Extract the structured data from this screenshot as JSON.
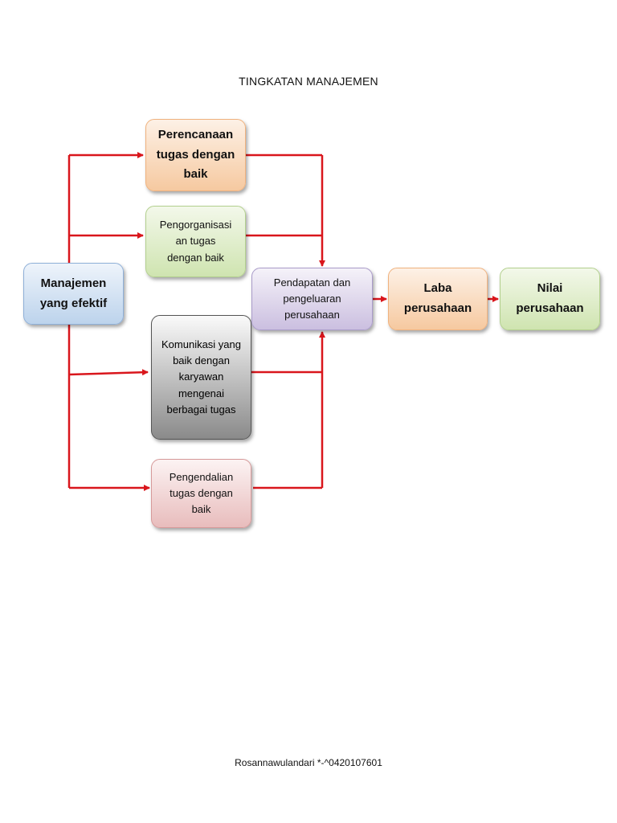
{
  "title": "TINGKATAN MANAJEMEN",
  "nodes": {
    "manajemen": "Manajemen yang efektif",
    "perencanaan": "Perencanaan tugas dengan baik",
    "pengorganisasian": "Pengorganisasi an tugas dengan baik",
    "komunikasi": "Komunikasi yang baik dengan karyawan mengenai berbagai tugas",
    "pengendalian": "Pengendalian tugas dengan baik",
    "pendapatan": "Pendapatan dan pengeluaran perusahaan",
    "laba": "Laba perusahaan",
    "nilai": "Nilai perusahaan"
  },
  "footer": "Rosannawulandari *-^0420107601",
  "colors": {
    "arrow": "#d9161c",
    "orange": "#f6c9a0",
    "green": "#cfe4b0",
    "blue": "#bcd3ec",
    "purple": "#cbbfe0",
    "pink": "#e8bcbc",
    "gray": "#8a8a8a"
  }
}
